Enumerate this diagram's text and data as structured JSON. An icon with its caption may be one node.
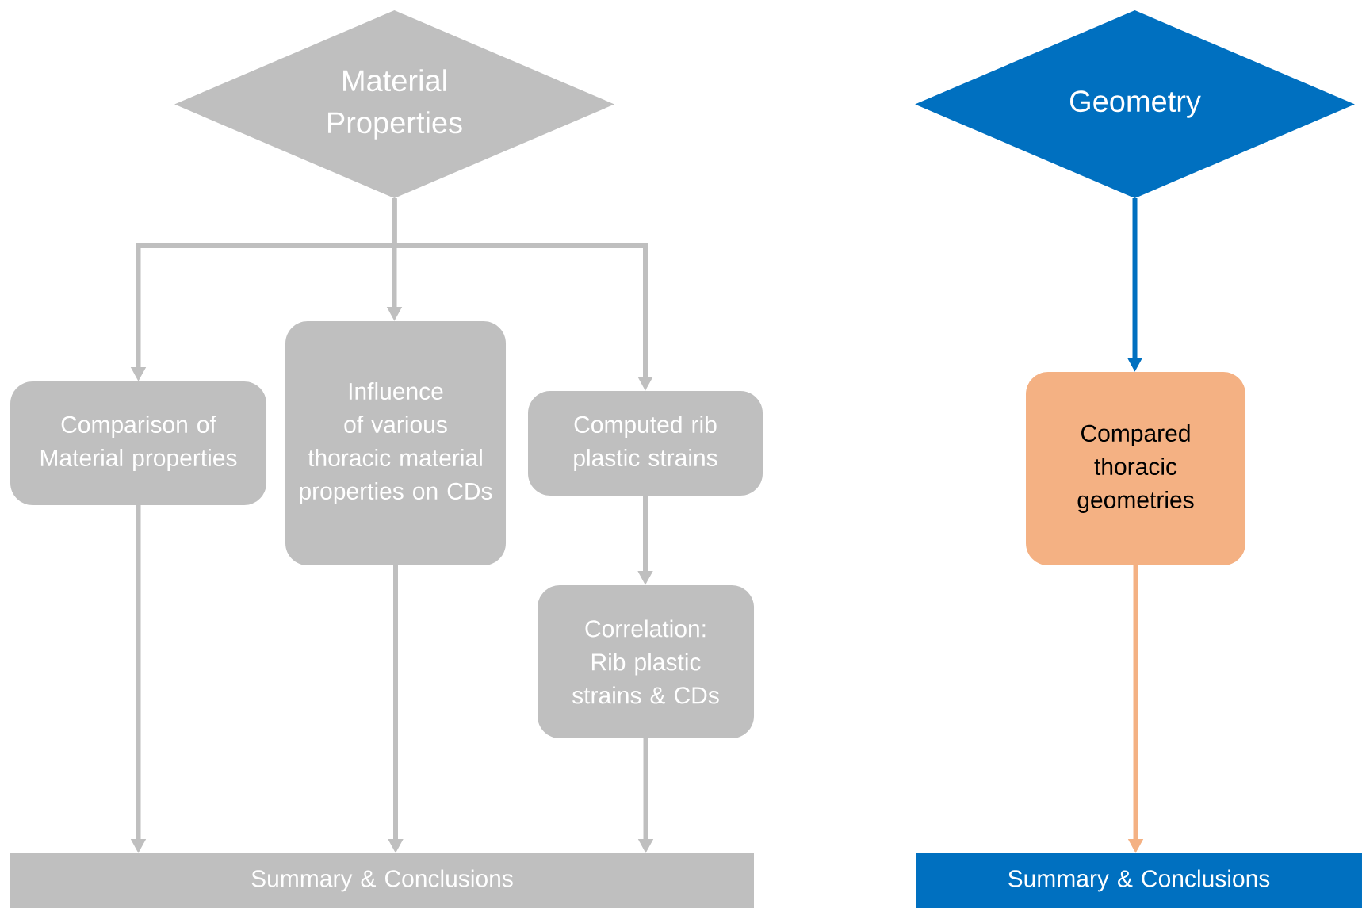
{
  "diagram": {
    "nodes": [
      {
        "text": [
          "Material Properties"
        ]
      },
      {
        "text": [
          "Comparison of Material properties"
        ]
      },
      {
        "text": [
          "Influence of various thoracic material properties on CDs"
        ]
      },
      {
        "text": [
          "Computed rib plastic strains"
        ]
      },
      {
        "text": [
          "Correlation: Rib plastic strains & CDs"
        ]
      },
      {
        "text": [
          "Summary & Conclusions"
        ]
      },
      {
        "text": [
          "Geometry"
        ]
      },
      {
        "text": [
          "Compared thoracic geometries"
        ]
      },
      {
        "text": [
          "Summary & Conclusions"
        ]
      }
    ],
    "edges": [
      {
        "from": 0,
        "to": 1,
        "arrow": "to"
      },
      {
        "from": 0,
        "to": 2,
        "arrow": "to"
      },
      {
        "from": 0,
        "to": 3,
        "arrow": "to"
      },
      {
        "from": 3,
        "to": 4,
        "arrow": "to"
      },
      {
        "from": 1,
        "to": 5,
        "arrow": "to"
      },
      {
        "from": 2,
        "to": 5,
        "arrow": "to"
      },
      {
        "from": 4,
        "to": 5,
        "arrow": "to"
      },
      {
        "from": 6,
        "to": 7,
        "arrow": "to",
        "color": "#0070c0"
      },
      {
        "from": 7,
        "to": 8,
        "arrow": "to",
        "color": "#f4b183"
      }
    ]
  }
}
